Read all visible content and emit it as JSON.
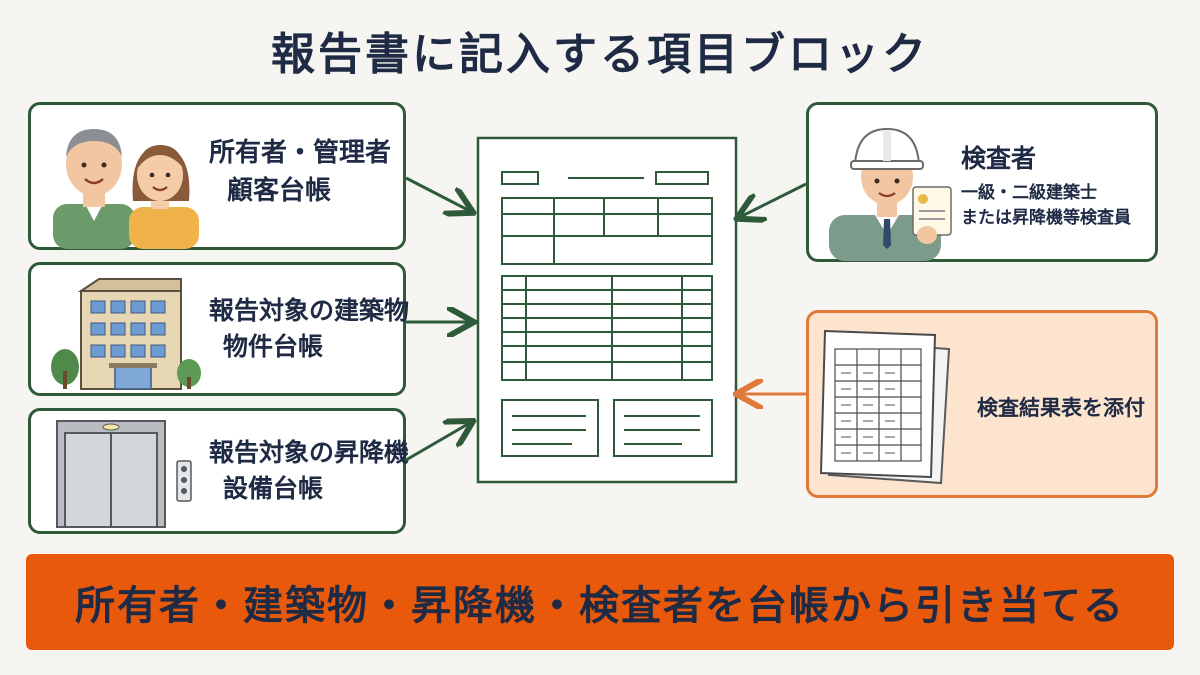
{
  "title": "報告書に記入する項目ブロック",
  "cards": {
    "owner": {
      "line1": "所有者・管理者",
      "line2": "顧客台帳"
    },
    "building": {
      "line1": "報告対象の建築物",
      "line2": "物件台帳"
    },
    "elevator": {
      "line1": "報告対象の昇降機",
      "line2": "設備台帳"
    },
    "inspector": {
      "line1": "検査者",
      "line2": "一級・二級建築士",
      "line3": "または昇降機等検査員"
    },
    "results": {
      "line1": "検査結果表を添付"
    }
  },
  "banner": "所有者・建築物・昇降機・検査者を台帳から引き当てる",
  "colors": {
    "background": "#f6f5f1",
    "card_border_green": "#2e5a3a",
    "card_border_orange": "#e07a3a",
    "banner": "#e8590c",
    "arrow_green": "#2e5a3a",
    "arrow_orange": "#e07a3a"
  }
}
